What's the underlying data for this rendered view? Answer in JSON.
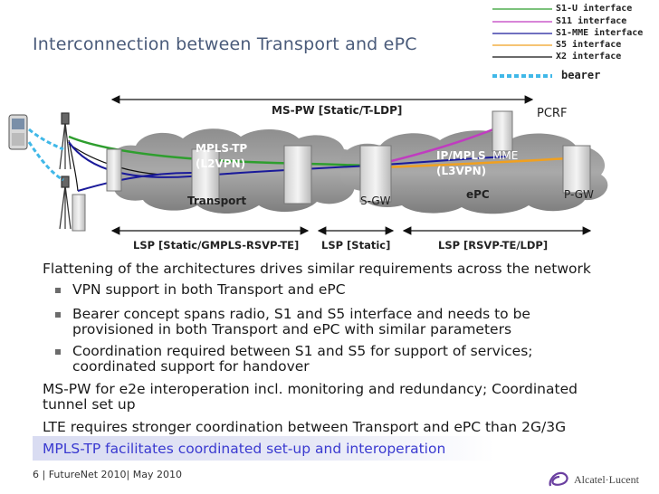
{
  "slide": {
    "title": "Interconnection between Transport  and ePC",
    "legend": [
      {
        "label": "S1-U interface",
        "color": "#2e9e2e"
      },
      {
        "label": "S11 interface",
        "color": "#c03cc0"
      },
      {
        "label": "S1-MME  interface",
        "color": "#1a1a9a"
      },
      {
        "label": "S5  interface",
        "color": "#f0a020"
      },
      {
        "label": "X2  interface",
        "color": "#111111"
      },
      {
        "label": "bearer",
        "color": "#40b8e8"
      }
    ],
    "diagram": {
      "ms_pw_label": "MS-PW [Static/T-LDP]",
      "pcrf": "PCRF",
      "mpls_tp": "MPLS-TP\n(L2VPN)",
      "ip_mpls": "IP/MPLS\n(L3VPN)",
      "mme": "MME",
      "transport": "Transport",
      "sgw": "S-GW",
      "epc": "ePC",
      "pgw": "P-GW",
      "lsp_left": "LSP [Static/GMPLS-RSVP-TE]",
      "lsp_mid": "LSP [Static]",
      "lsp_right": "LSP [RSVP-TE/LDP]"
    },
    "bullets": [
      "Flattening of the architectures drives similar requirements across the network",
      "VPN support in both Transport and ePC",
      "Bearer concept  spans radio,  S1 and S5 interface and needs to be",
      "provisioned in both Transport and ePC with similar parameters",
      "Coordination required between S1 and S5 for support of services;",
      "coordinated support for handover",
      "MS-PW  for  e2e interoperation incl. monitoring and redundancy; Coordinated",
      "tunnel set up",
      "LTE requires stronger coordination between Transport and ePC than 2G/3G",
      "MPLS-TP  facilitates coordinated set-up and interoperation"
    ],
    "footer": {
      "text": "6 | FutureNet 2010| May  2010",
      "logo": "Alcatel·Lucent"
    }
  }
}
